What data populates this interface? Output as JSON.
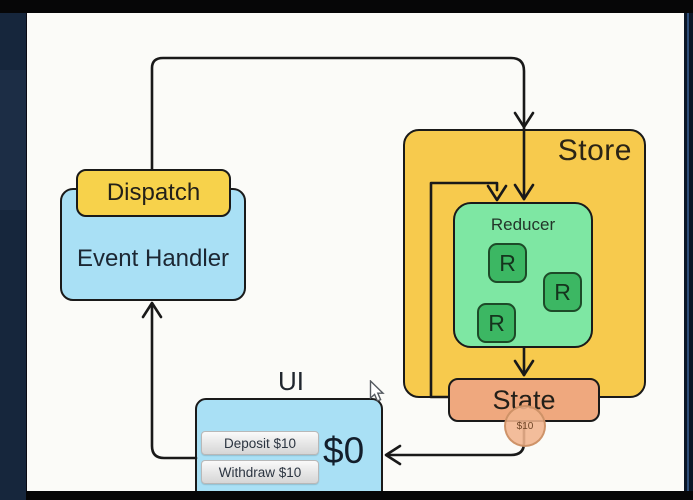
{
  "diagram": {
    "nodes": {
      "dispatch": {
        "label": "Dispatch"
      },
      "event_handler": {
        "label": "Event Handler"
      },
      "store": {
        "label": "Store"
      },
      "reducer": {
        "label": "Reducer",
        "chips": [
          "R",
          "R",
          "R"
        ]
      },
      "state": {
        "label": "State"
      },
      "coin": {
        "label": "$10"
      },
      "ui": {
        "label": "UI",
        "buttons": [
          {
            "label": "Deposit $10"
          },
          {
            "label": "Withdraw $10"
          }
        ],
        "balance": "$0"
      }
    },
    "colors": {
      "store_fill": "#f7ca4d",
      "dispatch_fill": "#f7d24b",
      "blue_fill": "#a9e0f5",
      "reducer_fill": "#7ee7a3",
      "chip_fill": "#3cb763",
      "state_fill": "#efa87e",
      "coin_fill": "#f1b48d",
      "line": "#191919",
      "canvas": "#fbfbf8",
      "side_panel": "#16263c",
      "frame": "#060607"
    }
  }
}
